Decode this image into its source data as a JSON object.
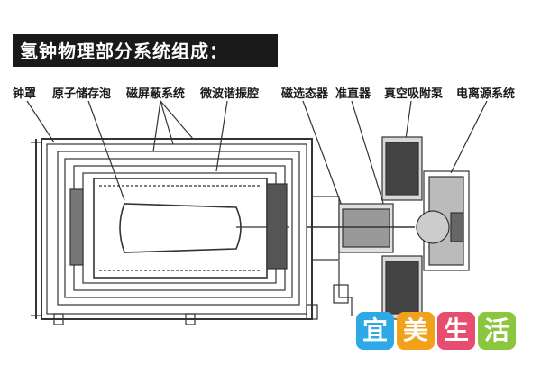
{
  "title": "氢钟物理部分系统组成：",
  "labels": [
    "钟罩",
    "原子储存泡",
    "磁屏蔽系统",
    "微波谐振腔",
    "磁选态器",
    "准直器",
    "真空吸附泵",
    "电离源系统"
  ],
  "watermark": [
    "宜",
    "美",
    "生",
    "活"
  ],
  "colors": {
    "title_bg": "#1a1a1a",
    "line": "#333333",
    "wm1": "#2ea9e6",
    "wm2": "#f2a21a",
    "wm3": "#e84c6e",
    "wm4": "#8cc63f"
  }
}
